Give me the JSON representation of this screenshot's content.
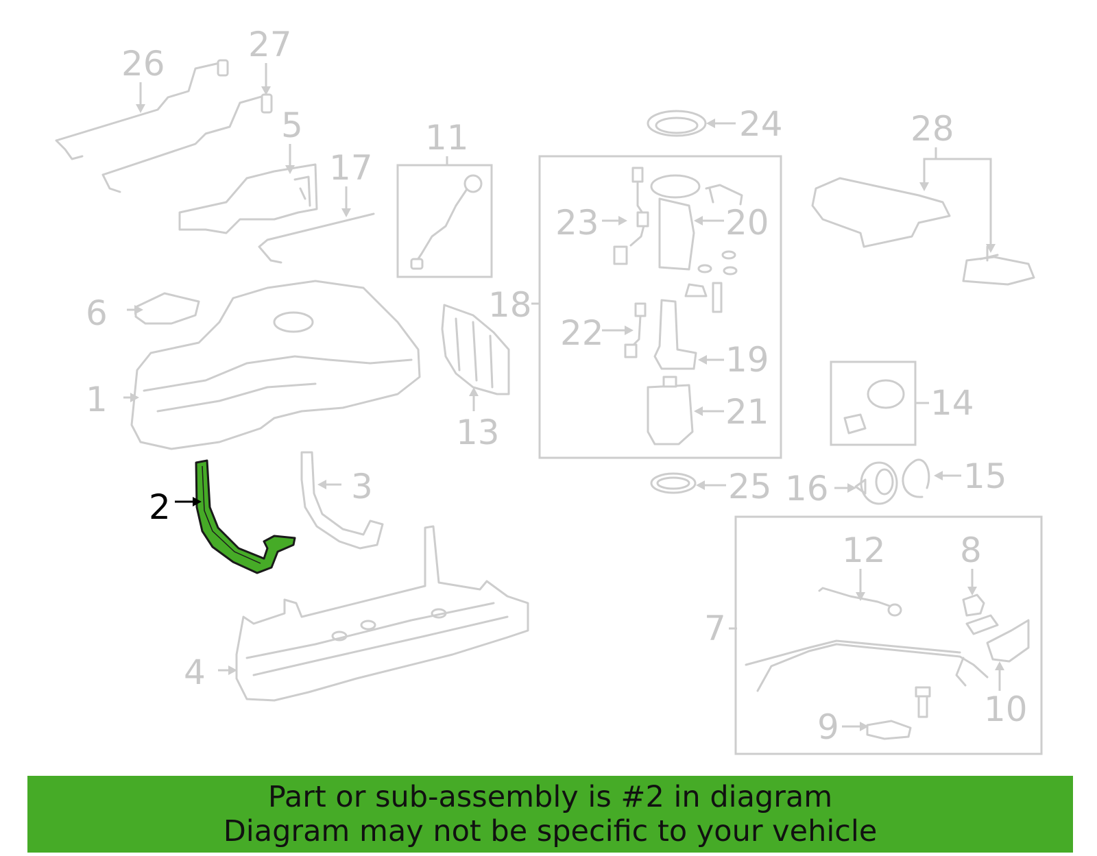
{
  "diagram": {
    "highlight_color": "#46ab27",
    "highlighted_part": "2",
    "callouts": [
      "1",
      "2",
      "3",
      "4",
      "5",
      "6",
      "7",
      "8",
      "9",
      "10",
      "11",
      "12",
      "13",
      "14",
      "15",
      "16",
      "17",
      "18",
      "19",
      "20",
      "21",
      "22",
      "23",
      "24",
      "25",
      "26",
      "27",
      "28"
    ]
  },
  "banner": {
    "line1": "Part or sub-assembly is #2 in diagram",
    "line2": "Diagram may not be specific to your vehicle",
    "color": "#46ab27"
  }
}
